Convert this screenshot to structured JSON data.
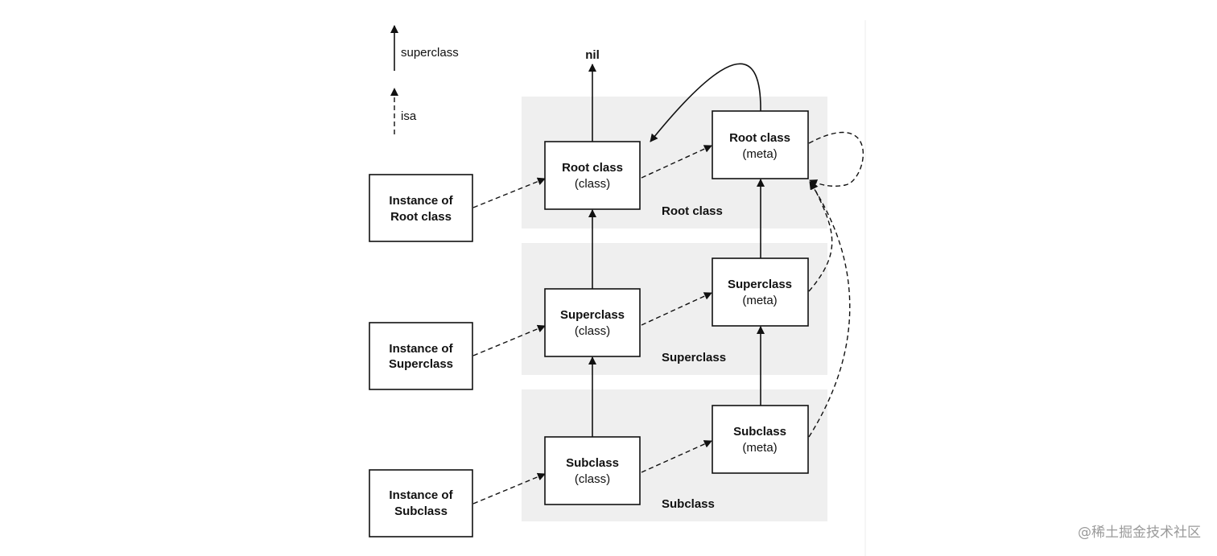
{
  "legend": {
    "superclass_label": "superclass",
    "isa_label": "isa"
  },
  "nil_label": "nil",
  "rows": [
    {
      "band_label": "Root class",
      "instance": {
        "line1": "Instance of",
        "line2": "Root class"
      },
      "class_node": {
        "name": "Root class",
        "kind": "(class)"
      },
      "meta_node": {
        "name": "Root class",
        "kind": "(meta)"
      }
    },
    {
      "band_label": "Superclass",
      "instance": {
        "line1": "Instance of",
        "line2": "Superclass"
      },
      "class_node": {
        "name": "Superclass",
        "kind": "(class)"
      },
      "meta_node": {
        "name": "Superclass",
        "kind": "(meta)"
      }
    },
    {
      "band_label": "Subclass",
      "instance": {
        "line1": "Instance of",
        "line2": "Subclass"
      },
      "class_node": {
        "name": "Subclass",
        "kind": "(class)"
      },
      "meta_node": {
        "name": "Subclass",
        "kind": "(meta)"
      }
    }
  ],
  "watermark": "@稀土掘金技术社区"
}
